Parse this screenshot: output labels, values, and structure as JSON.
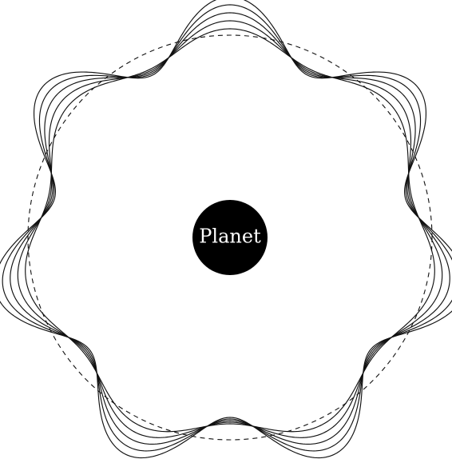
{
  "diagram": {
    "planet_label": "Planet",
    "line_color": "#111111",
    "planet_color": "#000000",
    "label_color": "#ffffff",
    "ring_strand_count": 5,
    "lobes": 7,
    "reference_circle_style": "dashed"
  }
}
